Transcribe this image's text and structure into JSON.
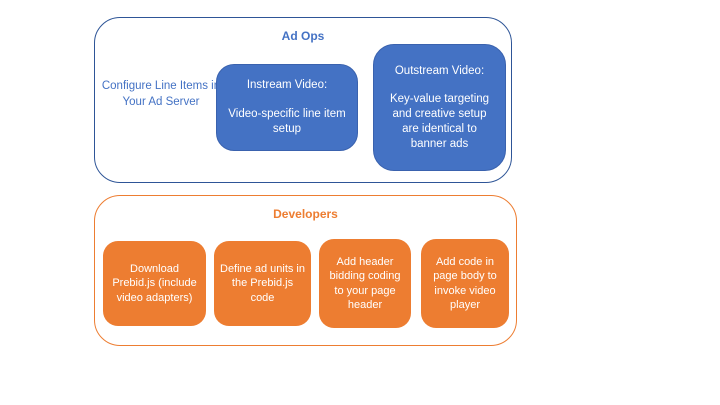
{
  "colors": {
    "blue_fill": "#4472C4",
    "blue_border": "#2E5597",
    "orange_fill": "#ED7D31",
    "box_text": "#FFFFFF",
    "background": "#FFFFFF"
  },
  "adops_section": {
    "title": "Ad Ops",
    "side_label": "Configure Line Items in Your Ad Server",
    "boxes": [
      {
        "heading": "Instream Video:",
        "body": "Video-specific line item setup"
      },
      {
        "heading": "Outstream Video:",
        "body": "Key-value targeting and creative setup are identical to banner ads"
      }
    ]
  },
  "developers_section": {
    "title": "Developers",
    "boxes": [
      {
        "label": "Download Prebid.js (include video adapters)"
      },
      {
        "label": "Define ad units in the Prebid.js code"
      },
      {
        "label": "Add header bidding coding to your page header"
      },
      {
        "label": "Add code in page body to invoke video player"
      }
    ]
  }
}
